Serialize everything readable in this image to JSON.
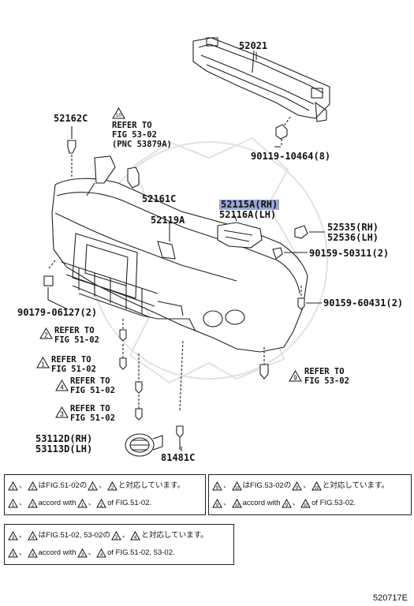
{
  "parts": {
    "p52021": "52021",
    "p52162c": "52162C",
    "p52161c": "52161C",
    "p52119a": "52119A",
    "p52115a": "52115A(RH)",
    "p52116a": "52116A(LH)",
    "p52535": "52535(RH)",
    "p52536": "52536(LH)",
    "p90119": "90119-10464(8)",
    "p90159a": "90159-50311(2)",
    "p90159b": "90159-60431(2)",
    "p90179": "90179-06127(2)",
    "p53112d": "53112D(RH)",
    "p53113d": "53113D(LH)",
    "p81481c": "81481C"
  },
  "refs": {
    "r10_num": "10",
    "r10_l1": "REFER TO",
    "r10_l2": "FIG 53-02",
    "r10_l3": "(PNC 53879A)",
    "r2_num": "2",
    "r2_l1": "REFER TO",
    "r2_l2": "FIG 51-02",
    "r1_num": "1",
    "r1_l1": "REFER TO",
    "r1_l2": "FIG 51-02",
    "r4_num": "4",
    "r4_l1": "REFER TO",
    "r4_l2": "FIG 51-02",
    "r3_num": "3",
    "r3_l1": "REFER TO",
    "r3_l2": "FIG 51-02",
    "r9_num": "9",
    "r9_l1": "REFER TO",
    "r9_l2": "FIG 53-02"
  },
  "notes": {
    "n1_jp": "はFIG.51-02の",
    "n1_jp2": "と対応しています。",
    "n1_en": "accord with",
    "n1_en2": "of FIG.51-02.",
    "n1_a": "1",
    "n1_b": "2",
    "n2_jp": "はFIG.53-02の",
    "n2_jp2": "と対応しています。",
    "n2_en": "accord with",
    "n2_en2": "of FIG.53-02.",
    "n2_a": "9",
    "n2_b": "10",
    "n3_jp": "はFIG.51-02, 53-02の",
    "n3_jp2": "と対応しています。",
    "n3_en": "accord with",
    "n3_en2": "of FIG.51-02, 53-02.",
    "n3_a": "3",
    "n3_b": "4"
  },
  "figure_code": "520717E"
}
